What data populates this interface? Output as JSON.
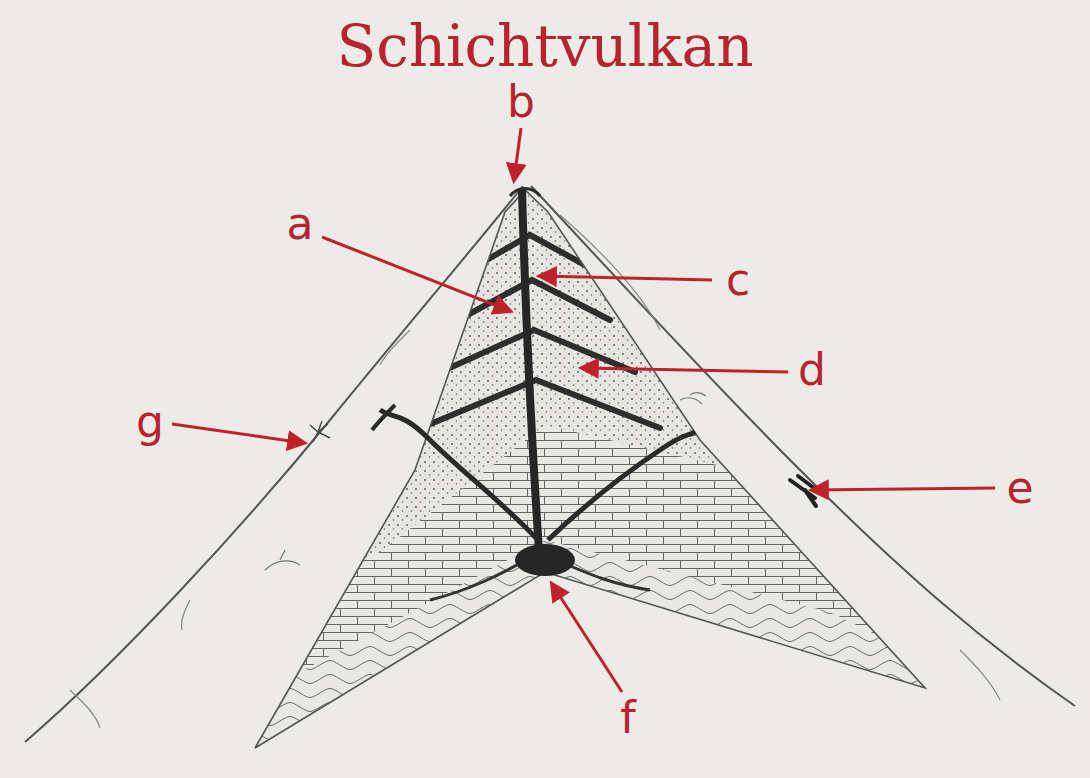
{
  "diagram": {
    "title": "Schichtvulkan",
    "labels": [
      "b",
      "a",
      "c",
      "d",
      "g",
      "e",
      "f"
    ]
  }
}
